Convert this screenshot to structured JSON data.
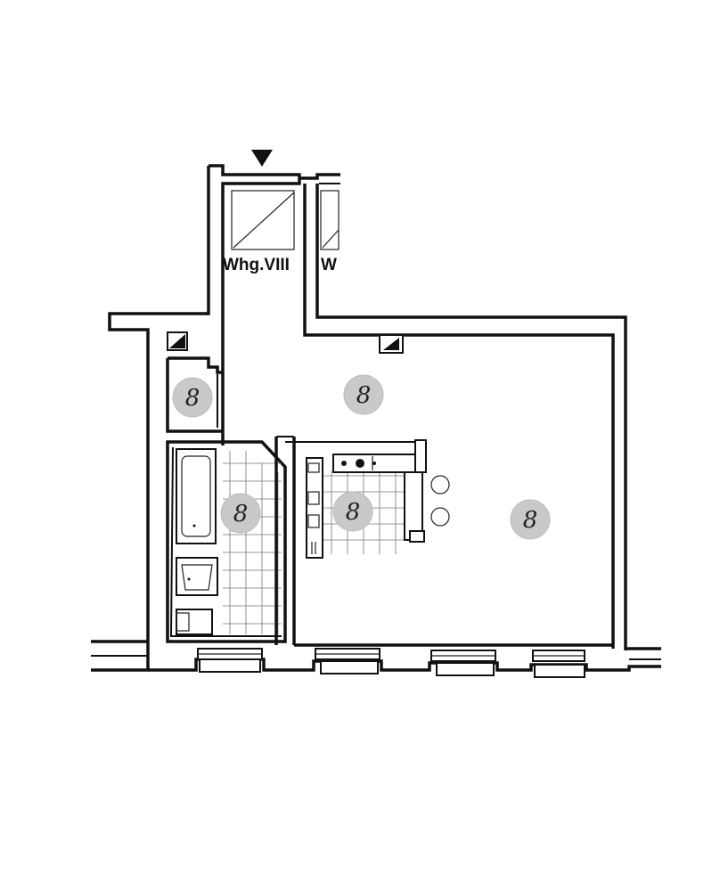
{
  "floorplan": {
    "unit_labels": [
      "Whg.VIII",
      "W"
    ],
    "room_markers": [
      {
        "room": "storage",
        "text": "8"
      },
      {
        "room": "hall",
        "text": "8"
      },
      {
        "room": "bathroom",
        "text": "8"
      },
      {
        "room": "kitchen",
        "text": "8"
      },
      {
        "room": "living",
        "text": "8"
      }
    ]
  }
}
